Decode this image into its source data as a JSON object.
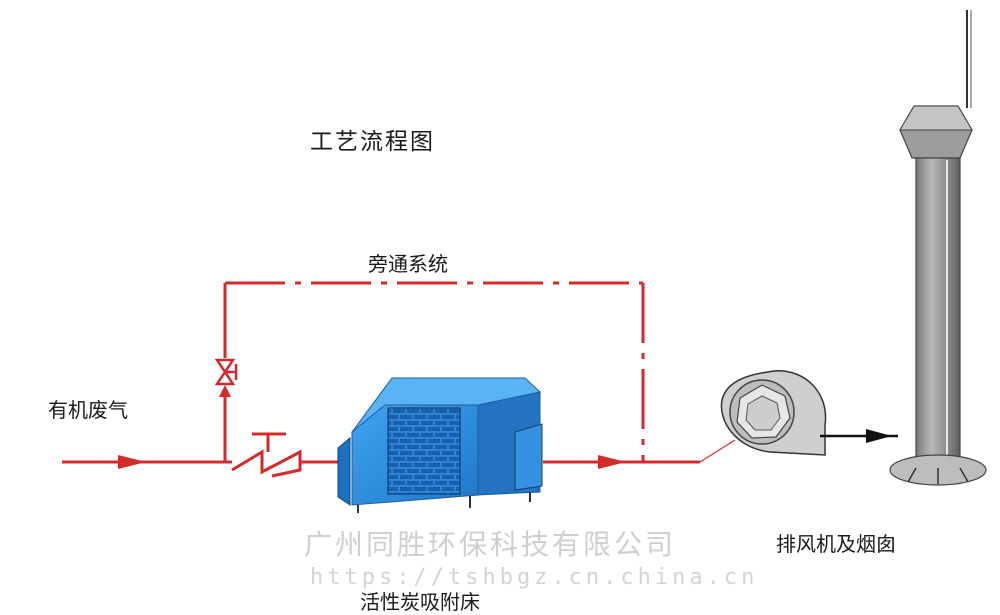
{
  "title": "工艺流程图",
  "labels": {
    "bypass": "旁通系统",
    "inlet": "有机废气",
    "fan_and_chimney": "排风机及烟囱",
    "carbon_bed": "活性炭吸附床"
  },
  "watermark": {
    "company": "广州同胜环保科技有限公司",
    "url": "https://tshbgz.cn.china.cn"
  },
  "colors": {
    "pipe": "#d42a2a",
    "box_blue": "#2f8fe0",
    "fan_gray": "#c8c8c8",
    "arrow_black": "#111111"
  }
}
